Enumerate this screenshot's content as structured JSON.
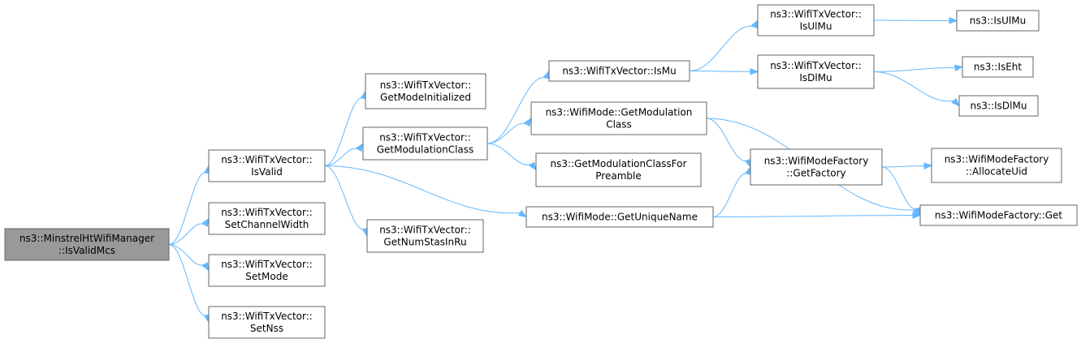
{
  "nodes": [
    {
      "id": "root",
      "lines": [
        "ns3::MinstrelHtWifiManager",
        "::IsValidMcs"
      ],
      "highlighted": true
    },
    {
      "id": "isvalid",
      "lines": [
        "ns3::WifiTxVector::",
        "IsValid"
      ]
    },
    {
      "id": "setchw",
      "lines": [
        "ns3::WifiTxVector::",
        "SetChannelWidth"
      ]
    },
    {
      "id": "setmode",
      "lines": [
        "ns3::WifiTxVector::",
        "SetMode"
      ]
    },
    {
      "id": "setnss",
      "lines": [
        "ns3::WifiTxVector::",
        "SetNss"
      ]
    },
    {
      "id": "getmodeinit",
      "lines": [
        "ns3::WifiTxVector::",
        "GetModeInitialized"
      ]
    },
    {
      "id": "getmodclass",
      "lines": [
        "ns3::WifiTxVector::",
        "GetModulationClass"
      ]
    },
    {
      "id": "getnumstas",
      "lines": [
        "ns3::WifiTxVector::",
        "GetNumStasInRu"
      ]
    },
    {
      "id": "ismu",
      "lines": [
        "ns3::WifiTxVector::IsMu"
      ]
    },
    {
      "id": "wm_getmodclass",
      "lines": [
        "ns3::WifiMode::GetModulation",
        "Class"
      ]
    },
    {
      "id": "getmodclassforpre",
      "lines": [
        "ns3::GetModulationClassFor",
        "Preamble"
      ]
    },
    {
      "id": "getuniquename",
      "lines": [
        "ns3::WifiMode::GetUniqueName"
      ]
    },
    {
      "id": "isulmu_v",
      "lines": [
        "ns3::WifiTxVector::",
        "IsUlMu"
      ]
    },
    {
      "id": "isdlmu_v",
      "lines": [
        "ns3::WifiTxVector::",
        "IsDlMu"
      ]
    },
    {
      "id": "getfactory",
      "lines": [
        "ns3::WifiModeFactory",
        "::GetFactory"
      ]
    },
    {
      "id": "isulmu",
      "lines": [
        "ns3::IsUlMu"
      ]
    },
    {
      "id": "iseht",
      "lines": [
        "ns3::IsEht"
      ]
    },
    {
      "id": "isdlmu",
      "lines": [
        "ns3::IsDlMu"
      ]
    },
    {
      "id": "allocuid",
      "lines": [
        "ns3::WifiModeFactory",
        "::AllocateUid"
      ]
    },
    {
      "id": "mfget",
      "lines": [
        "ns3::WifiModeFactory::Get"
      ]
    }
  ],
  "edges": [
    [
      "root",
      "isvalid"
    ],
    [
      "root",
      "setchw"
    ],
    [
      "root",
      "setmode"
    ],
    [
      "root",
      "setnss"
    ],
    [
      "isvalid",
      "getmodeinit"
    ],
    [
      "isvalid",
      "getmodclass"
    ],
    [
      "isvalid",
      "getnumstas"
    ],
    [
      "isvalid",
      "getuniquename"
    ],
    [
      "getmodclass",
      "ismu"
    ],
    [
      "getmodclass",
      "wm_getmodclass"
    ],
    [
      "getmodclass",
      "getmodclassforpre"
    ],
    [
      "ismu",
      "isulmu_v"
    ],
    [
      "ismu",
      "isdlmu_v"
    ],
    [
      "isulmu_v",
      "isulmu"
    ],
    [
      "isdlmu_v",
      "iseht"
    ],
    [
      "isdlmu_v",
      "isdlmu"
    ],
    [
      "wm_getmodclass",
      "getfactory"
    ],
    [
      "wm_getmodclass",
      "mfget"
    ],
    [
      "getuniquename",
      "getfactory"
    ],
    [
      "getuniquename",
      "mfget"
    ],
    [
      "getfactory",
      "allocuid"
    ],
    [
      "getfactory",
      "mfget"
    ]
  ],
  "colors": {
    "edge": "#63b8ff",
    "node_border": "#666666",
    "root_fill": "#999999",
    "node_fill": "#ffffff"
  }
}
